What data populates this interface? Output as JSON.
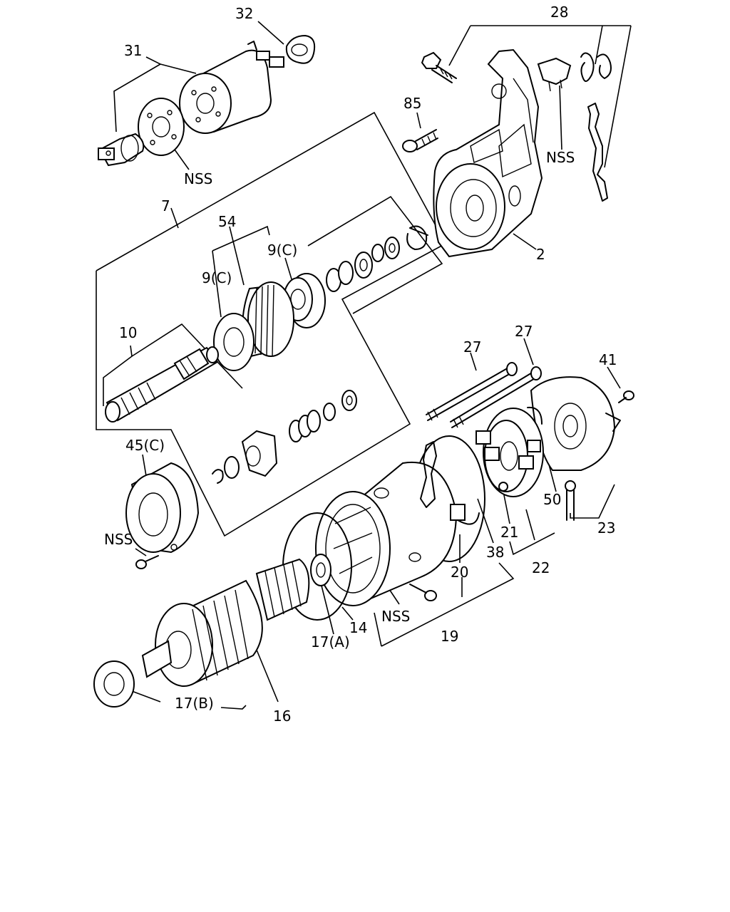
{
  "diagram": {
    "callouts": [
      {
        "id": "c32",
        "text": "32"
      },
      {
        "id": "c31",
        "text": "31"
      },
      {
        "id": "c28",
        "text": "28"
      },
      {
        "id": "c85",
        "text": "85"
      },
      {
        "id": "nss-solenoid",
        "text": "NSS"
      },
      {
        "id": "nss-bracket",
        "text": "NSS"
      },
      {
        "id": "c7",
        "text": "7"
      },
      {
        "id": "c54",
        "text": "54"
      },
      {
        "id": "c9c-right",
        "text": "9(C)"
      },
      {
        "id": "c9c-left",
        "text": "9(C)"
      },
      {
        "id": "c2",
        "text": "2"
      },
      {
        "id": "c10",
        "text": "10"
      },
      {
        "id": "c27-a",
        "text": "27"
      },
      {
        "id": "c27-b",
        "text": "27"
      },
      {
        "id": "c41",
        "text": "41"
      },
      {
        "id": "c45c",
        "text": "45(C)"
      },
      {
        "id": "nss-plate",
        "text": "NSS"
      },
      {
        "id": "c50",
        "text": "50"
      },
      {
        "id": "c21",
        "text": "21"
      },
      {
        "id": "c23",
        "text": "23"
      },
      {
        "id": "c38",
        "text": "38"
      },
      {
        "id": "c20",
        "text": "20"
      },
      {
        "id": "c22",
        "text": "22"
      },
      {
        "id": "c14",
        "text": "14"
      },
      {
        "id": "nss-yoke",
        "text": "NSS"
      },
      {
        "id": "c17a",
        "text": "17(A)"
      },
      {
        "id": "c19",
        "text": "19"
      },
      {
        "id": "c17b",
        "text": "17(B)"
      },
      {
        "id": "c16",
        "text": "16"
      }
    ]
  }
}
